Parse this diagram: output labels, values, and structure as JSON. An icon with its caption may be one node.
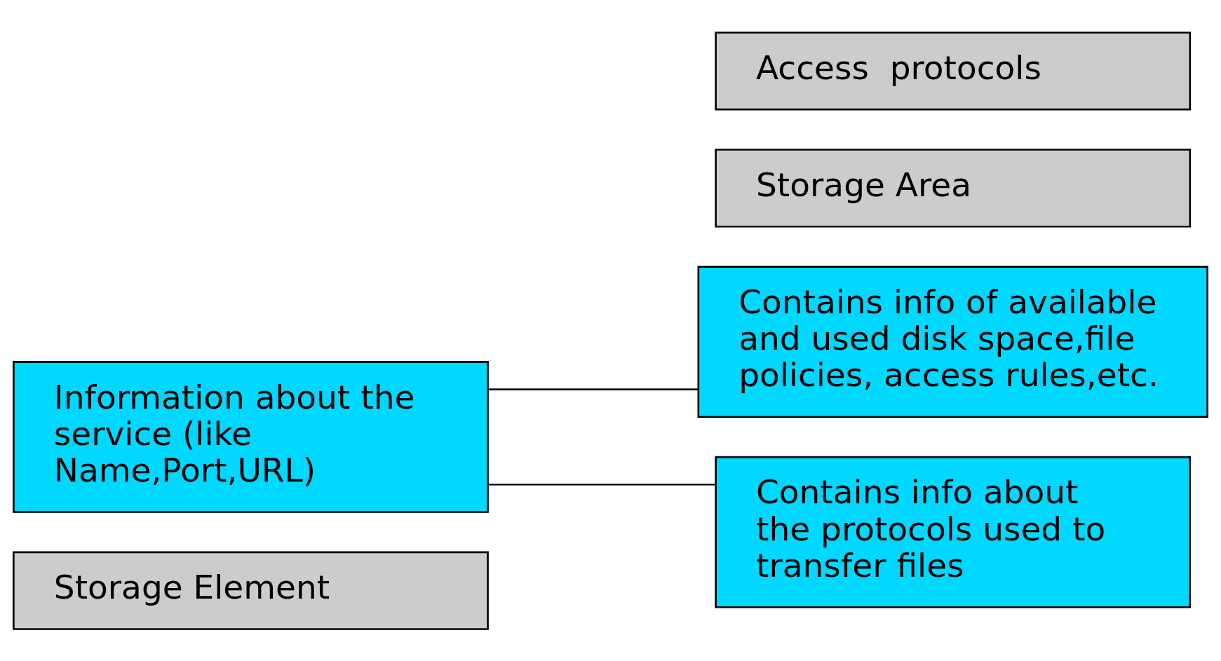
{
  "diagram": {
    "nodes": [
      {
        "text": [
          "Storage Element"
        ]
      },
      {
        "text": [
          "Information about the service (like Name,Port,URL)"
        ]
      },
      {
        "text": [
          "Storage Area"
        ]
      },
      {
        "text": [
          "Contains info of available and used disk space,file policies, access rules,etc."
        ]
      },
      {
        "text": [
          "Access  protocols"
        ]
      },
      {
        "text": [
          "Contains info about the protocols used to transfer files"
        ]
      }
    ],
    "edges": [
      {
        "from": 1,
        "to": 3,
        "arrow": "none"
      },
      {
        "from": 1,
        "to": 5,
        "arrow": "none"
      }
    ]
  }
}
